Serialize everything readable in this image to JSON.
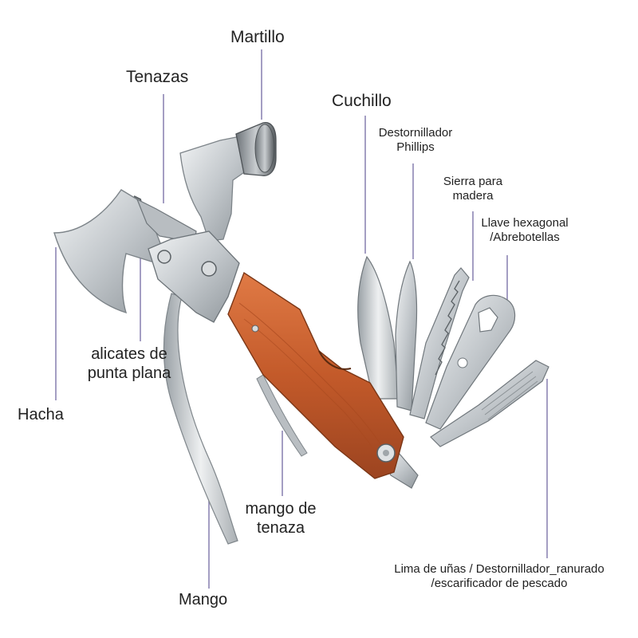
{
  "labels": {
    "martillo": "Martillo",
    "tenazas": "Tenazas",
    "cuchillo": "Cuchillo",
    "destornillador_phillips": [
      "Destornillador",
      "Phillips"
    ],
    "sierra": [
      "Sierra para",
      "madera"
    ],
    "llave": [
      "Llave hexagonal",
      "/Abrebotellas"
    ],
    "alicates": [
      "alicates de",
      "punta plana"
    ],
    "hacha": "Hacha",
    "mango_tenaza": [
      "mango de",
      "tenaza"
    ],
    "lima": [
      "Lima de uñas / Destornillador_ranurado",
      "/escarificador de pescado"
    ],
    "mango": "Mango"
  },
  "colors": {
    "callout_line": "#8e86b4",
    "wood": "#c8602f",
    "steel": "#cfd3d6"
  }
}
